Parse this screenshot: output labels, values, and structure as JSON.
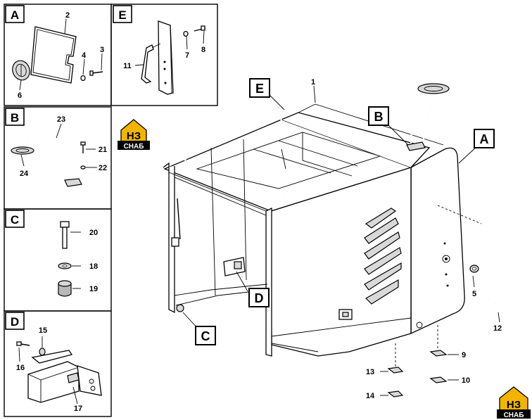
{
  "panels": {
    "A": {
      "letter": "A",
      "labels": [
        "2",
        "4",
        "3",
        "6"
      ]
    },
    "B": {
      "letter": "B",
      "labels": [
        "23",
        "21",
        "22",
        "24"
      ]
    },
    "C": {
      "letter": "C",
      "labels": [
        "20",
        "18",
        "19"
      ]
    },
    "D": {
      "letter": "D",
      "labels": [
        "15",
        "16",
        "17"
      ]
    },
    "E": {
      "letter": "E",
      "labels": [
        "11",
        "7",
        "8"
      ]
    }
  },
  "main": {
    "callouts": {
      "A": "A",
      "B": "B",
      "C": "C",
      "D": "D",
      "E": "E"
    },
    "part_labels": [
      "1",
      "5",
      "9",
      "10",
      "12",
      "13",
      "14"
    ]
  },
  "logo": {
    "mark": "НЗ",
    "text": "СНАБ"
  }
}
